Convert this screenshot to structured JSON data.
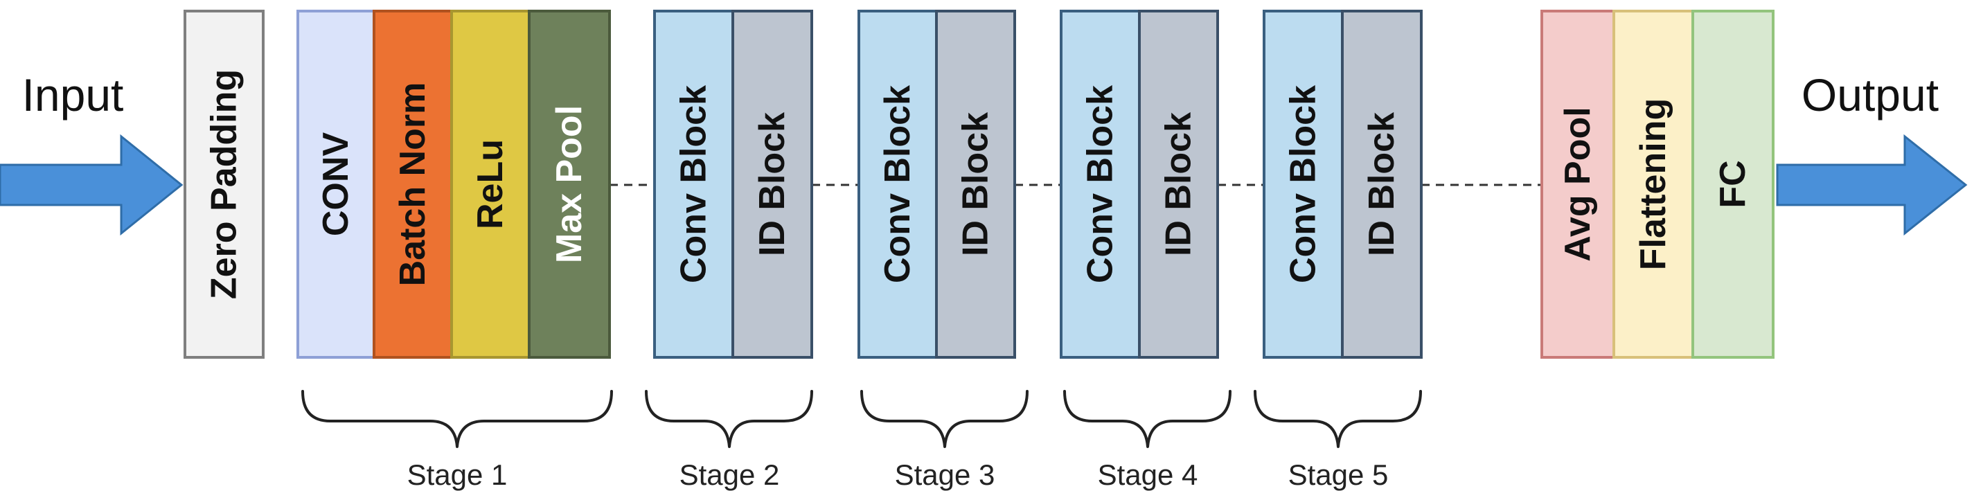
{
  "input_label": "Input",
  "output_label": "Output",
  "blocks": {
    "zero_padding": {
      "label": "Zero  Padding",
      "fill": "#f2f2f2",
      "stroke": "#7f7f7f",
      "text_color": "#111111"
    },
    "conv": {
      "label": "CONV",
      "fill": "#dae3fa",
      "stroke": "#8ea0d6",
      "text_color": "#111111"
    },
    "batch_norm": {
      "label": "Batch Norm",
      "fill": "#ec7232",
      "stroke": "#b0521f",
      "text_color": "#111111"
    },
    "relu": {
      "label": "ReLu",
      "fill": "#dfc844",
      "stroke": "#a89630",
      "text_color": "#111111"
    },
    "max_pool": {
      "label": "Max Pool",
      "fill": "#6e815b",
      "stroke": "#4b5a3c",
      "text_color": "#ffffff"
    },
    "avg_pool": {
      "label": "Avg Pool",
      "fill": "#f4cccb",
      "stroke": "#c97a78",
      "text_color": "#111111"
    },
    "flattening": {
      "label": "Flattening",
      "fill": "#fcf0c8",
      "stroke": "#d8c07a",
      "text_color": "#111111"
    },
    "fc": {
      "label": "FC",
      "fill": "#d8e8d0",
      "stroke": "#93c47d",
      "text_color": "#111111"
    }
  },
  "stage_blocks": {
    "conv_label": "Conv Block",
    "id_label": "ID Block",
    "conv_fill": "#bcdcf0",
    "conv_stroke": "#3a5f80",
    "id_fill": "#bdc5d0",
    "id_stroke": "#3a5068"
  },
  "stages": [
    {
      "label": "Stage 1"
    },
    {
      "label": "Stage 2"
    },
    {
      "label": "Stage 3"
    },
    {
      "label": "Stage 4"
    },
    {
      "label": "Stage 5"
    }
  ],
  "arrow_color": "#4a90d9",
  "connector_color": "#333333"
}
